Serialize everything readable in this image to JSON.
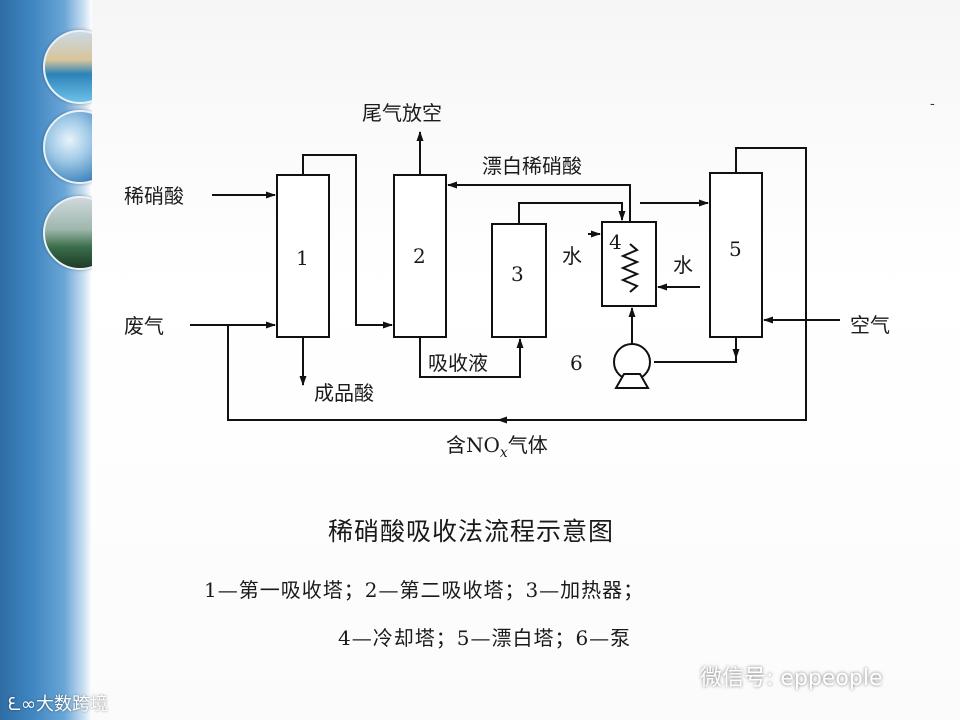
{
  "diagram": {
    "units": [
      "1",
      "2",
      "3",
      "4",
      "5"
    ],
    "pump_label": "6",
    "labels": {
      "dilute_acid_in": "稀硝酸",
      "waste_gas": "废气",
      "tail_gas_vent": "尾气放空",
      "bleached_acid": "漂白稀硝酸",
      "water_left": "水",
      "water_right": "水",
      "absorbed_liquid": "吸收液",
      "product_acid": "成品酸",
      "air": "空气",
      "nox_gas": "含NO"
    },
    "nox_subscript": "x",
    "nox_suffix": "气体"
  },
  "caption": {
    "title": "稀硝酸吸收法流程示意图",
    "legend_line1": "1—第一吸收塔；2—第二吸收塔；3—加热器；",
    "legend_line2": "4—冷却塔；5—漂白塔；6—泵"
  },
  "watermark": {
    "logo_text": "ᘍ∞大数跨境",
    "wechat_text": "微信号: eppeople"
  },
  "page": {
    "corner_mark": "-"
  }
}
